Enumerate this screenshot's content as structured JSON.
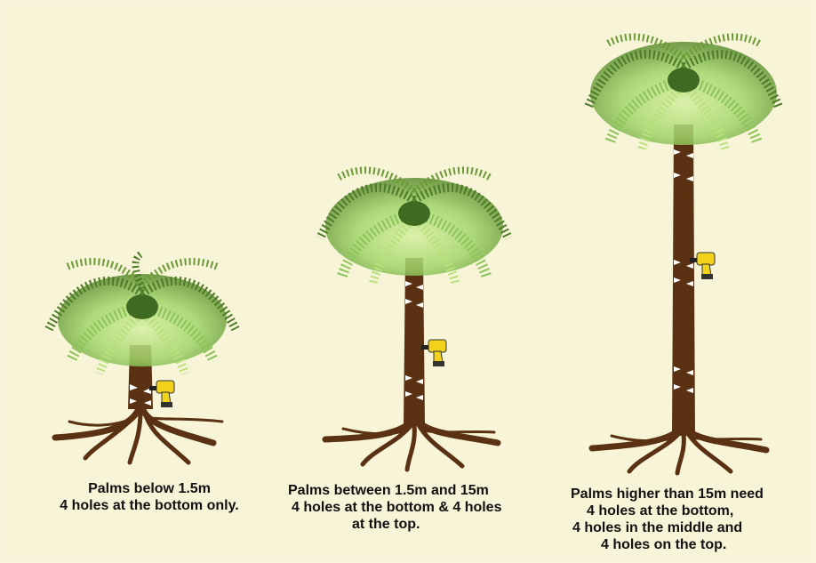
{
  "colors": {
    "background": "#f7f4d7",
    "trunk": "#5a3113",
    "frond_dark": "#4f7a2a",
    "frond_light": "#a6d76a",
    "drill_body": "#f2d21b",
    "notch": "#ffffff"
  },
  "palms": [
    {
      "id": "small",
      "caption_lines": [
        "Palms below 1.5m",
        "4 holes at the bottom only."
      ],
      "holes": 4
    },
    {
      "id": "medium",
      "caption_lines": [
        "Palms between 1.5m and 15m",
        "4 holes at the bottom & 4 holes",
        "at the top."
      ],
      "holes": 8
    },
    {
      "id": "tall",
      "caption_lines": [
        "Palms higher than 15m need",
        "4 holes at the bottom,",
        "4 holes in the middle and",
        "4 holes on the top."
      ],
      "holes": 12
    }
  ]
}
